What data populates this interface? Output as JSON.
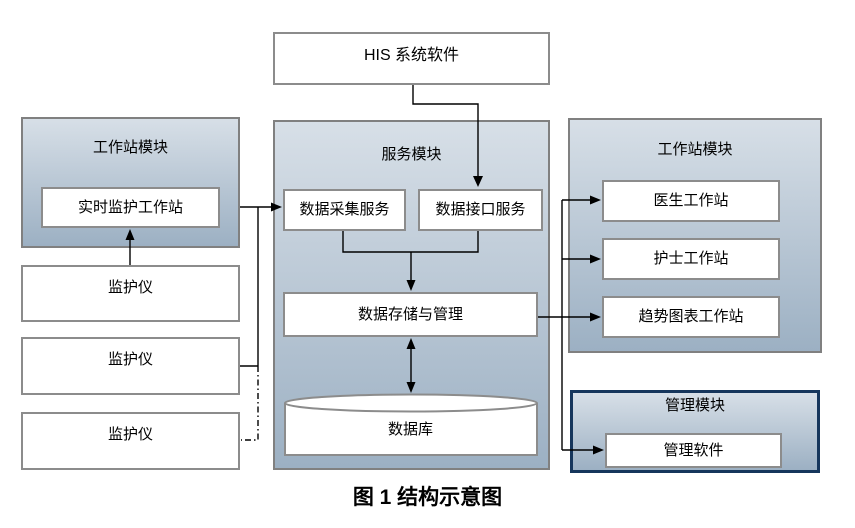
{
  "colors": {
    "line": "#000000",
    "module_border": "#808080",
    "box_border": "#8c8c8c",
    "box_bg": "#ffffff",
    "module_gradient_top": "#d7dfe7",
    "module_gradient_bottom": "#9cb0c3",
    "management_border": "#16365c"
  },
  "his_box": {
    "label": "HIS 系统软件"
  },
  "left_module": {
    "title": "工作站模块",
    "workstation": "实时监护工作站"
  },
  "monitors": [
    {
      "label": "监护仪"
    },
    {
      "label": "监护仪"
    },
    {
      "label": "监护仪"
    }
  ],
  "service_module": {
    "title": "服务模块",
    "collection_service": "数据采集服务",
    "interface_service": "数据接口服务",
    "storage": "数据存储与管理",
    "database": "数据库"
  },
  "right_module": {
    "title": "工作站模块",
    "items": [
      {
        "label": "医生工作站"
      },
      {
        "label": "护士工作站"
      },
      {
        "label": "趋势图表工作站"
      }
    ]
  },
  "management_module": {
    "title": "管理模块",
    "software": "管理软件"
  },
  "caption": "图 1 结构示意图"
}
